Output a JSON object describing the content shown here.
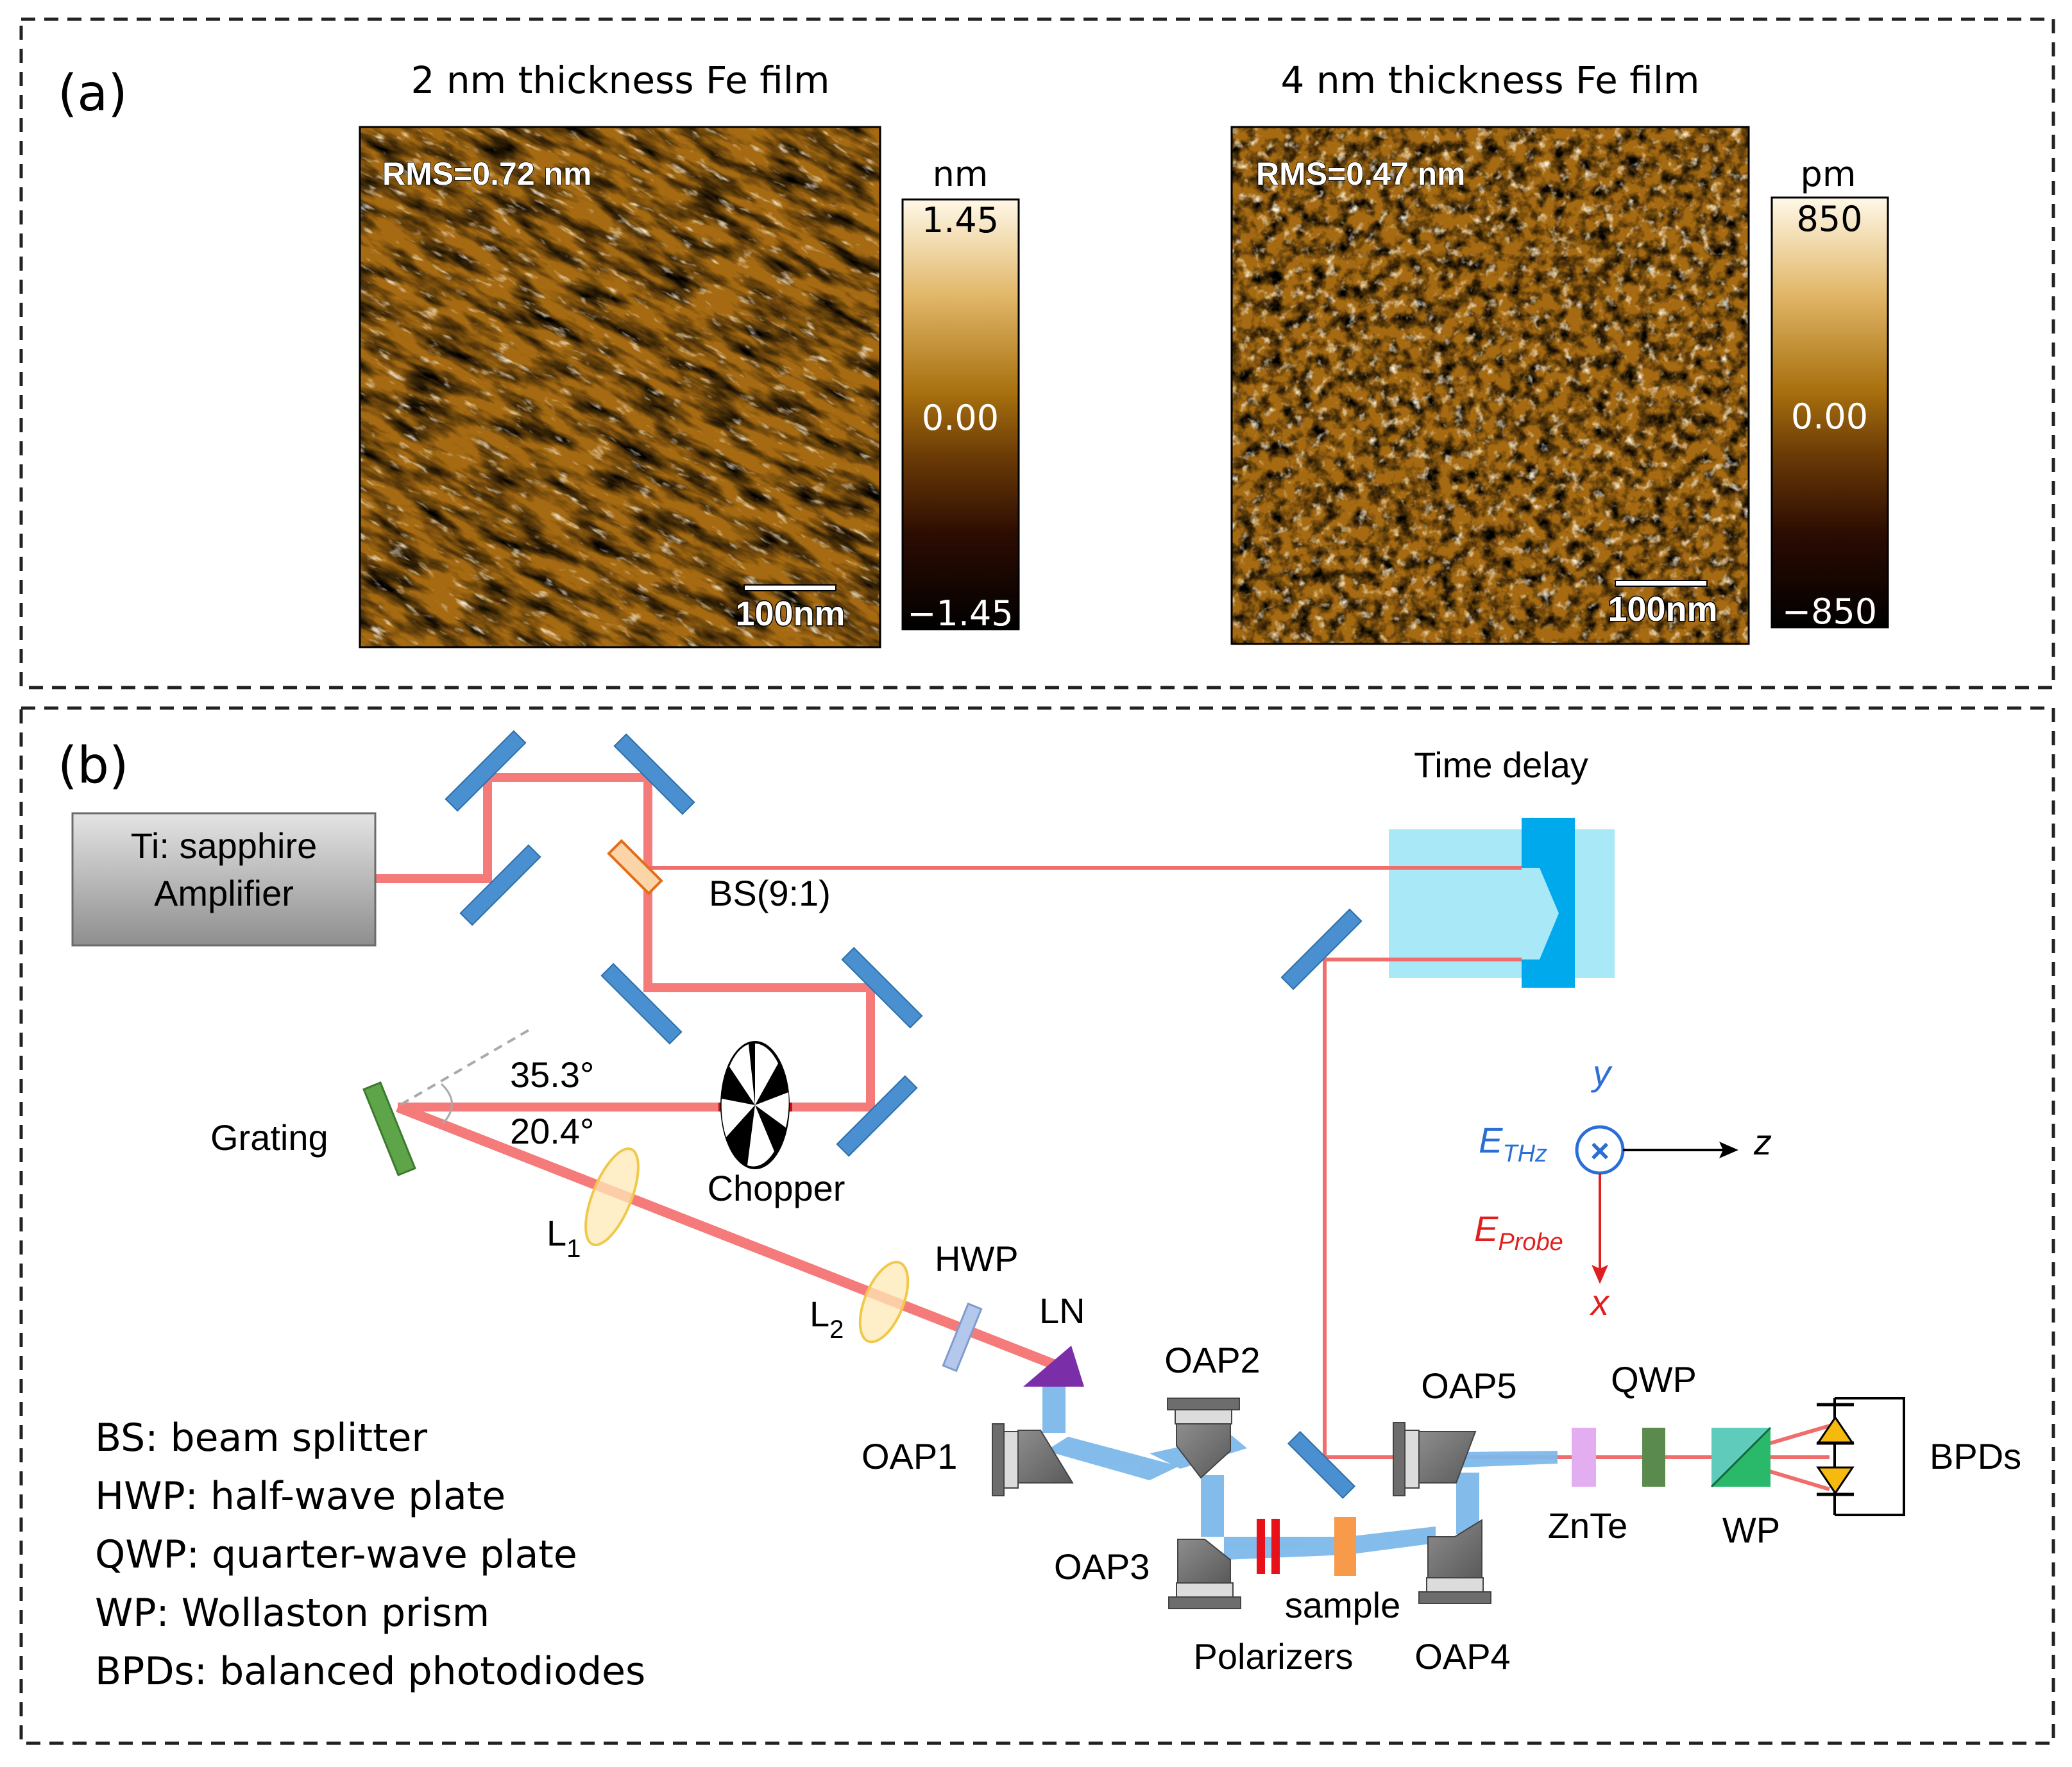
{
  "panel_a": {
    "label": "(a)",
    "images": [
      {
        "title": "2 nm thickness Fe film",
        "rms": "RMS=0.72 nm",
        "scale_bar": "100nm",
        "colorbar": {
          "unit": "nm",
          "max": "1.45",
          "mid": "0.00",
          "min": "−1.45"
        }
      },
      {
        "title": "4 nm thickness Fe film",
        "rms": "RMS=0.47 nm",
        "scale_bar": "100nm",
        "colorbar": {
          "unit": "pm",
          "max": "850",
          "mid": "0.00",
          "min": "−850"
        }
      }
    ]
  },
  "panel_b": {
    "label": "(b)",
    "source": {
      "line1": "Ti: sapphire",
      "line2": "Amplifier"
    },
    "labels": {
      "bs": "BS(9:1)",
      "time_delay": "Time delay",
      "grating": "Grating",
      "angle1": "35.3°",
      "angle2": "20.4°",
      "chopper": "Chopper",
      "l1": "L",
      "l1_sub": "1",
      "l2": "L",
      "l2_sub": "2",
      "hwp": "HWP",
      "ln": "LN",
      "oap1": "OAP1",
      "oap2": "OAP2",
      "oap3": "OAP3",
      "oap4": "OAP4",
      "oap5": "OAP5",
      "polarizers": "Polarizers",
      "sample": "sample",
      "znte": "ZnTe",
      "qwp": "QWP",
      "wp": "WP",
      "bpds": "BPDs"
    },
    "axes": {
      "y": "y",
      "z": "z",
      "x": "x",
      "e_thz": "E",
      "e_thz_sub": "THz",
      "e_probe": "E",
      "e_probe_sub": "Probe"
    },
    "legend": [
      "BS: beam splitter",
      "HWP: half-wave plate",
      "QWP: quarter-wave plate",
      "WP: Wollaston prism",
      "BPDs: balanced photodiodes"
    ],
    "colors": {
      "pump_beam": "#f57a7a",
      "probe_beam": "#ee4b4b",
      "thz_beam": "#7db8ea",
      "mirror": "#4a8fcf",
      "time_delay_bg": "#a9e8f7",
      "time_delay_stage": "#00a8ec",
      "grating": "#5da548",
      "ln": "#7a2fa8",
      "polarizer": "#e8111a",
      "sample": "#f79a4a",
      "znte": "#e3aef0",
      "qwp": "#5a8a4e",
      "wp": "#2ab86a",
      "bpd": "#f6b90e",
      "axis_blue": "#2b6fd6",
      "axis_red": "#e02020"
    }
  }
}
